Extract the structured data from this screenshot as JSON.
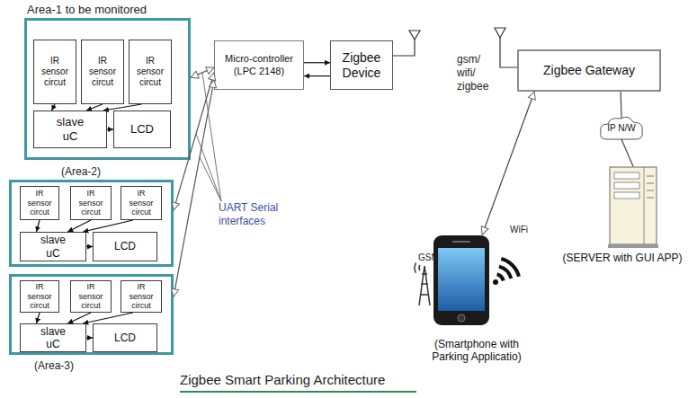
{
  "diagram": {
    "caption": "Zigbee Smart Parking Architecture",
    "nodes": [
      {
        "text": [
          "Area-1 to be monitored"
        ]
      },
      {
        "text": [
          "IR sensor circut"
        ],
        "in": 0
      },
      {
        "text": [
          "IR sensor circut"
        ],
        "in": 0
      },
      {
        "text": [
          "IR sensor circut"
        ],
        "in": 0
      },
      {
        "text": [
          "slave uC"
        ],
        "in": 0
      },
      {
        "text": [
          "LCD"
        ],
        "in": 0
      },
      {
        "text": [
          "(Area-2)"
        ]
      },
      {
        "text": [
          "IR sensor circut"
        ],
        "in": 6
      },
      {
        "text": [
          "IR sensor circut"
        ],
        "in": 6
      },
      {
        "text": [
          "IR sensor circut"
        ],
        "in": 6
      },
      {
        "text": [
          "slave uC"
        ],
        "in": 6
      },
      {
        "text": [
          "LCD"
        ],
        "in": 6
      },
      {
        "text": [
          "(Area-3)"
        ]
      },
      {
        "text": [
          "IR sensor circut"
        ],
        "in": 12
      },
      {
        "text": [
          "IR sensor circut"
        ],
        "in": 12
      },
      {
        "text": [
          "IR sensor circut"
        ],
        "in": 12
      },
      {
        "text": [
          "slave uC"
        ],
        "in": 12
      },
      {
        "text": [
          "LCD"
        ],
        "in": 12
      },
      {
        "text": [
          "Micro-controller (LPC 2148)"
        ]
      },
      {
        "text": [
          "Zigbee Device"
        ]
      },
      {
        "text": [
          "Zigbee Gateway"
        ]
      },
      {
        "text": [
          "IP N/W"
        ]
      },
      {
        "text": [
          "(SERVER with GUI APP)"
        ]
      },
      {
        "text": [
          "(Smartphone with Parking Applicatio)"
        ]
      }
    ],
    "edges": [
      {
        "from": 1,
        "to": 4,
        "arrow": "to"
      },
      {
        "from": 2,
        "to": 4,
        "arrow": "to"
      },
      {
        "from": 3,
        "to": 4,
        "arrow": "to"
      },
      {
        "from": 4,
        "to": 5,
        "arrow": "to"
      },
      {
        "from": 7,
        "to": 10,
        "arrow": "to"
      },
      {
        "from": 8,
        "to": 10,
        "arrow": "to"
      },
      {
        "from": 9,
        "to": 10,
        "arrow": "to"
      },
      {
        "from": 10,
        "to": 11,
        "arrow": "to"
      },
      {
        "from": 13,
        "to": 16,
        "arrow": "to"
      },
      {
        "from": 14,
        "to": 16,
        "arrow": "to"
      },
      {
        "from": 15,
        "to": 16,
        "arrow": "to"
      },
      {
        "from": 16,
        "to": 17,
        "arrow": "to"
      },
      {
        "from": 0,
        "to": 18,
        "arrow": "both"
      },
      {
        "from": 6,
        "to": 18,
        "arrow": "both"
      },
      {
        "from": 12,
        "to": 18,
        "arrow": "both"
      },
      {
        "from": 18,
        "to": 19,
        "arrow": "to"
      },
      {
        "from": 19,
        "to": 18,
        "arrow": "to"
      },
      {
        "from": 20,
        "to": 21,
        "arrow": "none"
      },
      {
        "from": 21,
        "to": 22,
        "arrow": "none"
      },
      {
        "from": 20,
        "to": 23,
        "arrow": "both"
      }
    ],
    "labels": [
      "UART Serial interfaces",
      "gsm/ wifi/ zigbee",
      "GSM",
      "WiFi"
    ]
  }
}
